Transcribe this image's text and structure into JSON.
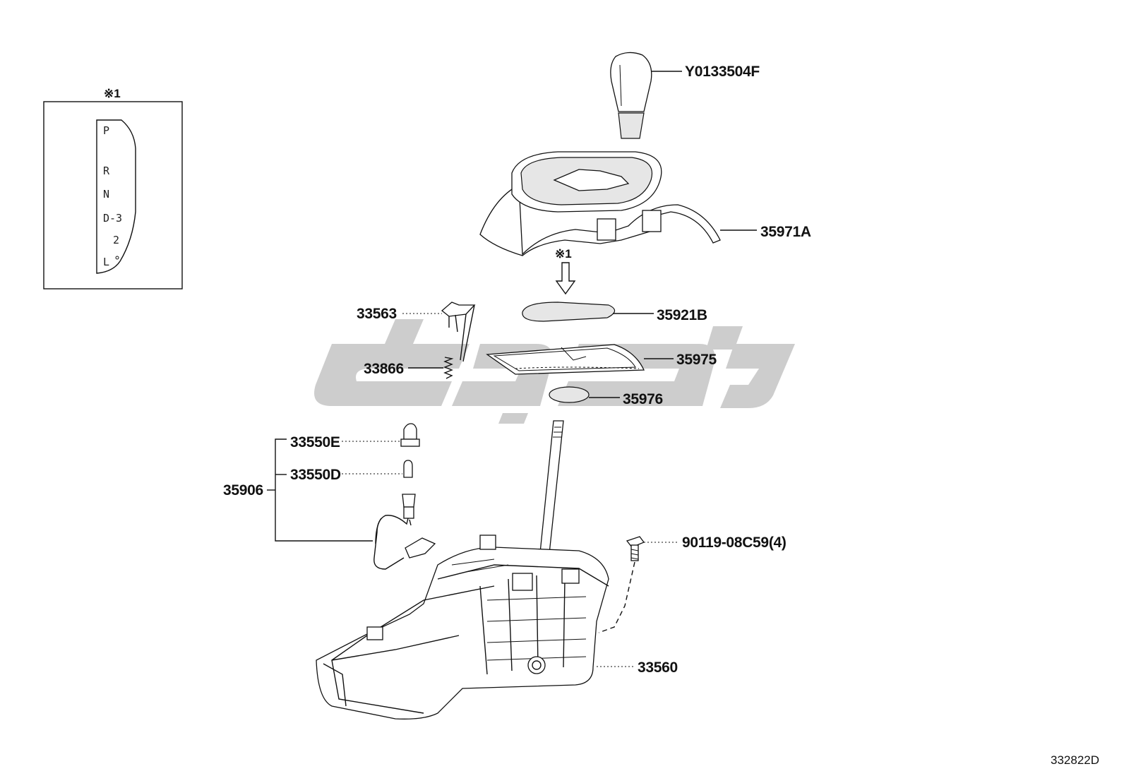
{
  "diagram": {
    "colors": {
      "line": "#111111",
      "watermark": "#cdcdcd",
      "background": "#ffffff"
    },
    "inset": {
      "note_mark": "※1",
      "gear_positions": [
        "P",
        "R",
        "N",
        "D-3",
        "2",
        "L"
      ]
    },
    "arrow_note": "※1",
    "parts": [
      {
        "id": "knob",
        "number": "Y0133504F"
      },
      {
        "id": "housing-cover",
        "number": "35971A"
      },
      {
        "id": "indicator-plate",
        "number": "35921B"
      },
      {
        "id": "slide-dust-cover",
        "number": "35975"
      },
      {
        "id": "small-cover",
        "number": "35976"
      },
      {
        "id": "lock-pin",
        "number": "33563"
      },
      {
        "id": "spring",
        "number": "33866"
      },
      {
        "id": "bulb-holder-set",
        "number": "35906"
      },
      {
        "id": "bulb-e",
        "number": "33550E"
      },
      {
        "id": "bulb-d",
        "number": "33550D"
      },
      {
        "id": "bolt",
        "number": "90119-08C59(4)"
      },
      {
        "id": "shift-lever-assy",
        "number": "33560"
      }
    ],
    "diagram_code": "332822D"
  }
}
